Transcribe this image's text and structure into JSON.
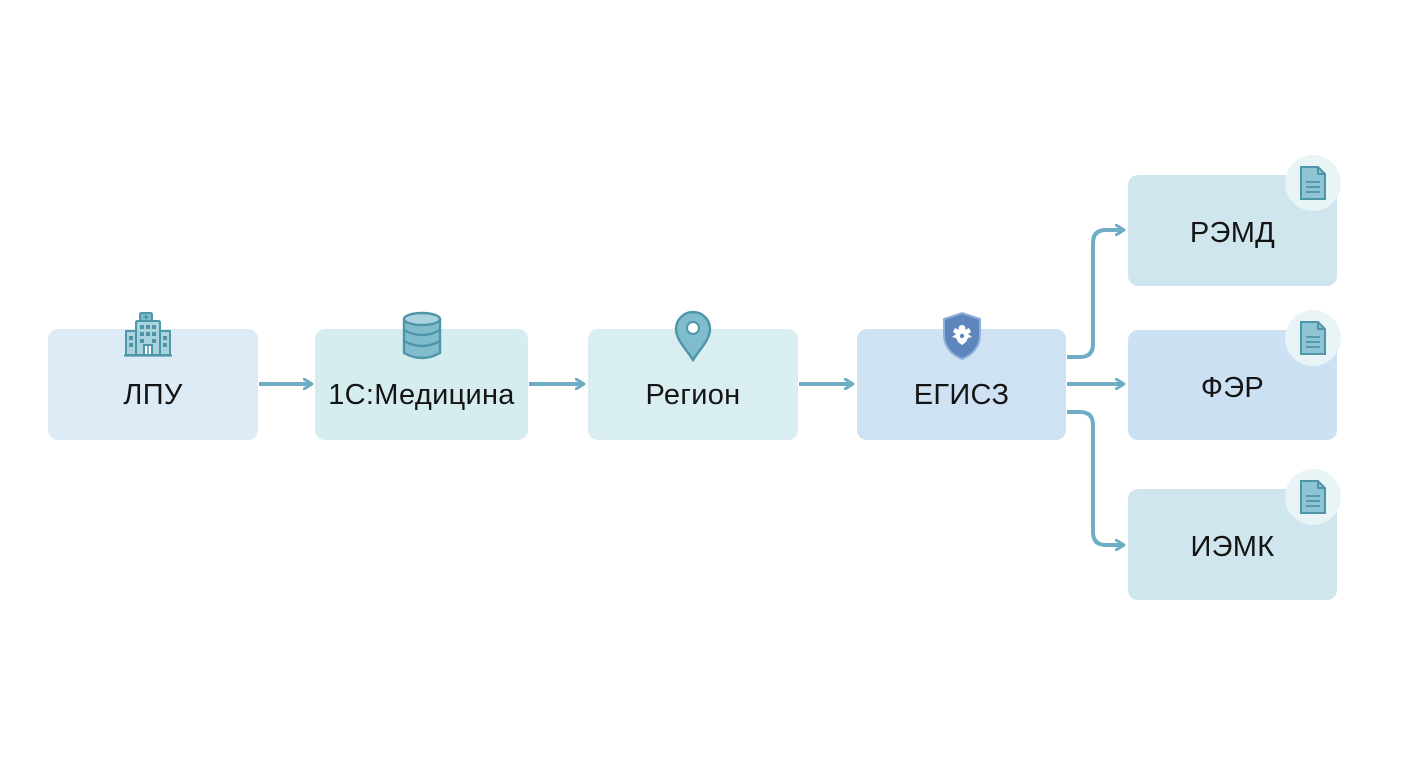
{
  "nodes": {
    "lpu": {
      "label": "ЛПУ",
      "icon": "hospital-icon"
    },
    "medicina": {
      "label": "1С:Медицина",
      "icon": "database-icon"
    },
    "region": {
      "label": "Регион",
      "icon": "map-pin-icon"
    },
    "egisz": {
      "label": "ЕГИСЗ",
      "icon": "shield-emblem-icon"
    },
    "remd": {
      "label": "РЭМД",
      "icon": "document-icon"
    },
    "fer": {
      "label": "ФЭР",
      "icon": "document-icon"
    },
    "iemk": {
      "label": "ИЭМК",
      "icon": "document-icon"
    }
  },
  "colors": {
    "connector": "#6fadc6",
    "icon": "#4f95a9",
    "icon_fill": "#7fbccc",
    "shield": "#5d86bd"
  }
}
